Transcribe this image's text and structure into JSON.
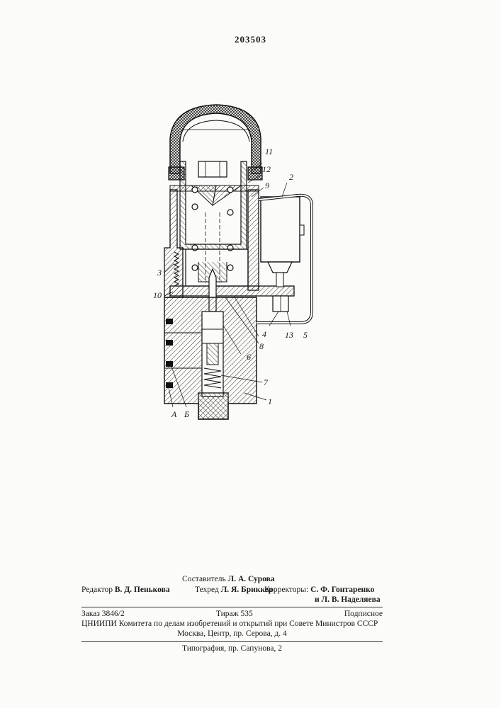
{
  "page_number": "203503",
  "labels": {
    "l1": "1",
    "l2": "2",
    "l3": "3",
    "l4": "4",
    "l5": "5",
    "l6": "6",
    "l7": "7",
    "l8": "8",
    "l9": "9",
    "l10": "10",
    "l11": "11",
    "l12": "12",
    "l13": "13",
    "lA": "А",
    "lB": "Б"
  },
  "credits": {
    "compiler_label": "Составитель",
    "compiler_name": "Л. А. Сурова",
    "editor_label": "Редактор",
    "editor_name": "В. Д. Пенькова",
    "techred_label": "Техред",
    "techred_name": "Л. Я. Бриккер",
    "correctors_label": "Корректоры:",
    "corrector1": "С. Ф. Гонтаренко",
    "corrector2": "и Л. В. Наделяева"
  },
  "imprint": {
    "order": "Заказ 3846/2",
    "circulation": "Тираж 535",
    "subscription": "Подписное",
    "institute": "ЦНИИПИ Комитета по делам изобретений и открытий при Совете Министров СССР",
    "address": "Москва, Центр, пр. Серова, д. 4",
    "printer": "Типография, пр. Сапунова, 2"
  }
}
